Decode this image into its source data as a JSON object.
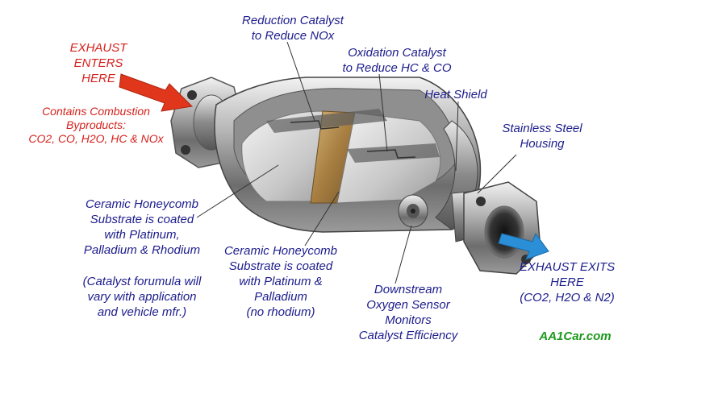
{
  "labels": {
    "exhaust_enters": [
      "EXHAUST",
      "ENTERS",
      "HERE"
    ],
    "combustion": [
      "Contains Combustion",
      "Byproducts:",
      "CO2, CO, H2O, HC & NOx"
    ],
    "reduction": [
      "Reduction Catalyst",
      "to Reduce NOx"
    ],
    "oxidation": [
      "Oxidation Catalyst",
      "to Reduce HC & CO"
    ],
    "heat_shield": [
      "Heat Shield"
    ],
    "stainless": [
      "Stainless Steel",
      "Housing"
    ],
    "ceramic_rhodium": [
      "Ceramic Honeycomb",
      "Substrate is coated",
      "with Platinum,",
      "Palladium & Rhodium"
    ],
    "formula_note": [
      "(Catalyst forumula will",
      "vary with application",
      "and vehicle mfr.)"
    ],
    "ceramic_no_rhodium": [
      "Ceramic Honeycomb",
      "Substrate is coated",
      "with Platinum &",
      "Palladium",
      "(no rhodium)"
    ],
    "sensor": [
      "Downstream",
      "Oxygen Sensor",
      "Monitors",
      "Catalyst Efficiency"
    ],
    "exhaust_exits": [
      "EXHAUST EXITS",
      "HERE",
      "(CO2, H2O & N2)"
    ],
    "brand": "AA1Car.com"
  },
  "colors": {
    "label_navy": "#1c1c8c",
    "label_red": "#d4211c",
    "brand_green": "#1c9a1c",
    "arrow_in": "#e0361c",
    "arrow_out": "#2a8fd6",
    "catalyst_bronze": "#b08a4a"
  }
}
